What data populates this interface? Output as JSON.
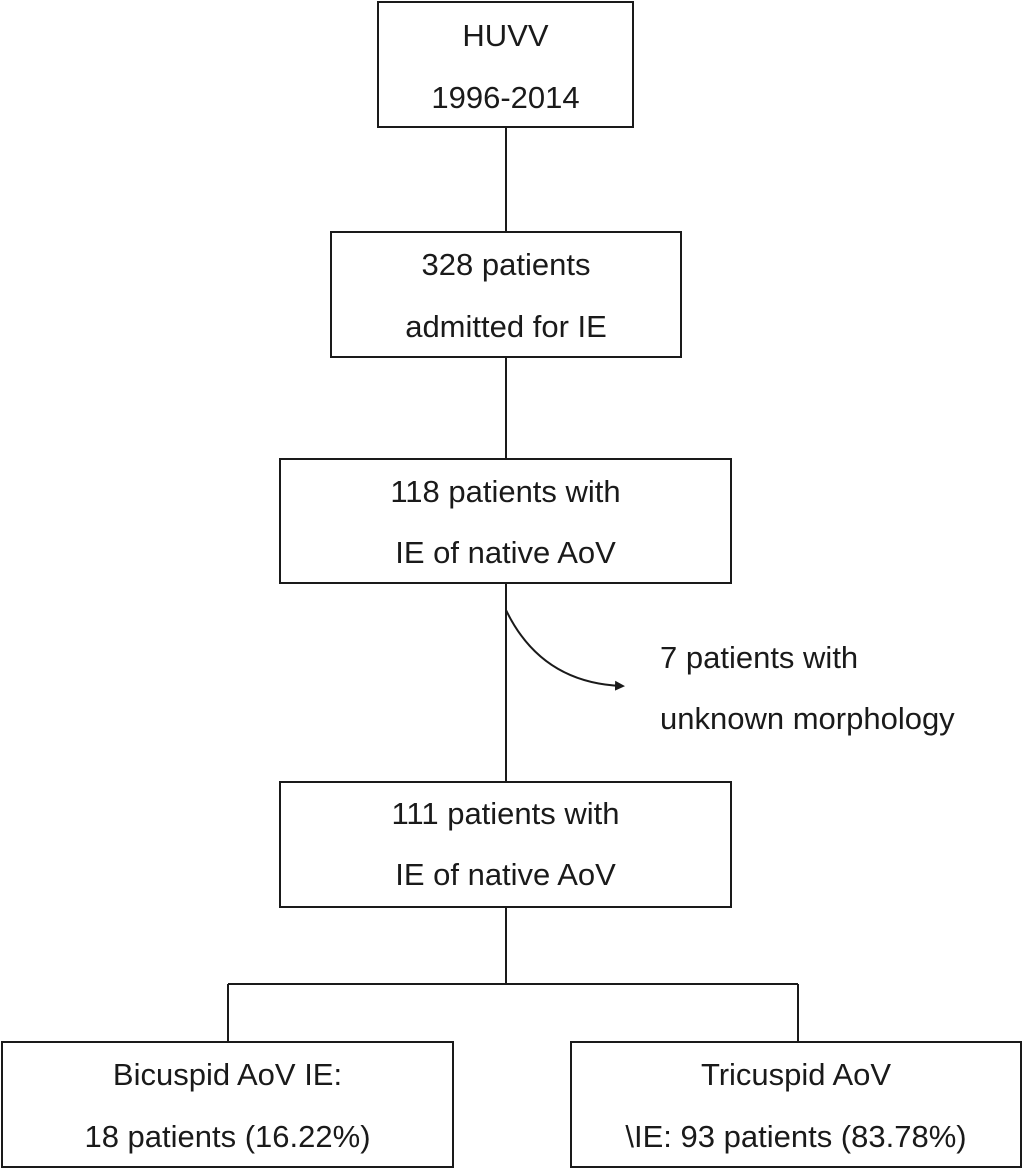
{
  "flowchart": {
    "box_huvv": {
      "line1": "HUVV",
      "line2": "1996-2014"
    },
    "box_admitted": {
      "line1": "328 patients",
      "line2": "admitted for IE"
    },
    "box_native_118": {
      "line1": "118 patients with",
      "line2": "IE of native AoV"
    },
    "excluded_note": {
      "line1": "7 patients with",
      "line2": "unknown morphology"
    },
    "box_native_111": {
      "line1": "111 patients with",
      "line2": "IE of native AoV"
    },
    "box_bicuspid": {
      "line1": "Bicuspid AoV IE:",
      "line2": "18 patients (16.22%)"
    },
    "box_tricuspid": {
      "line1": "Tricuspid AoV",
      "line2": "\\IE: 93 patients (83.78%)"
    }
  },
  "colors": {
    "stroke": "#1a1a1a",
    "background": "#ffffff"
  }
}
